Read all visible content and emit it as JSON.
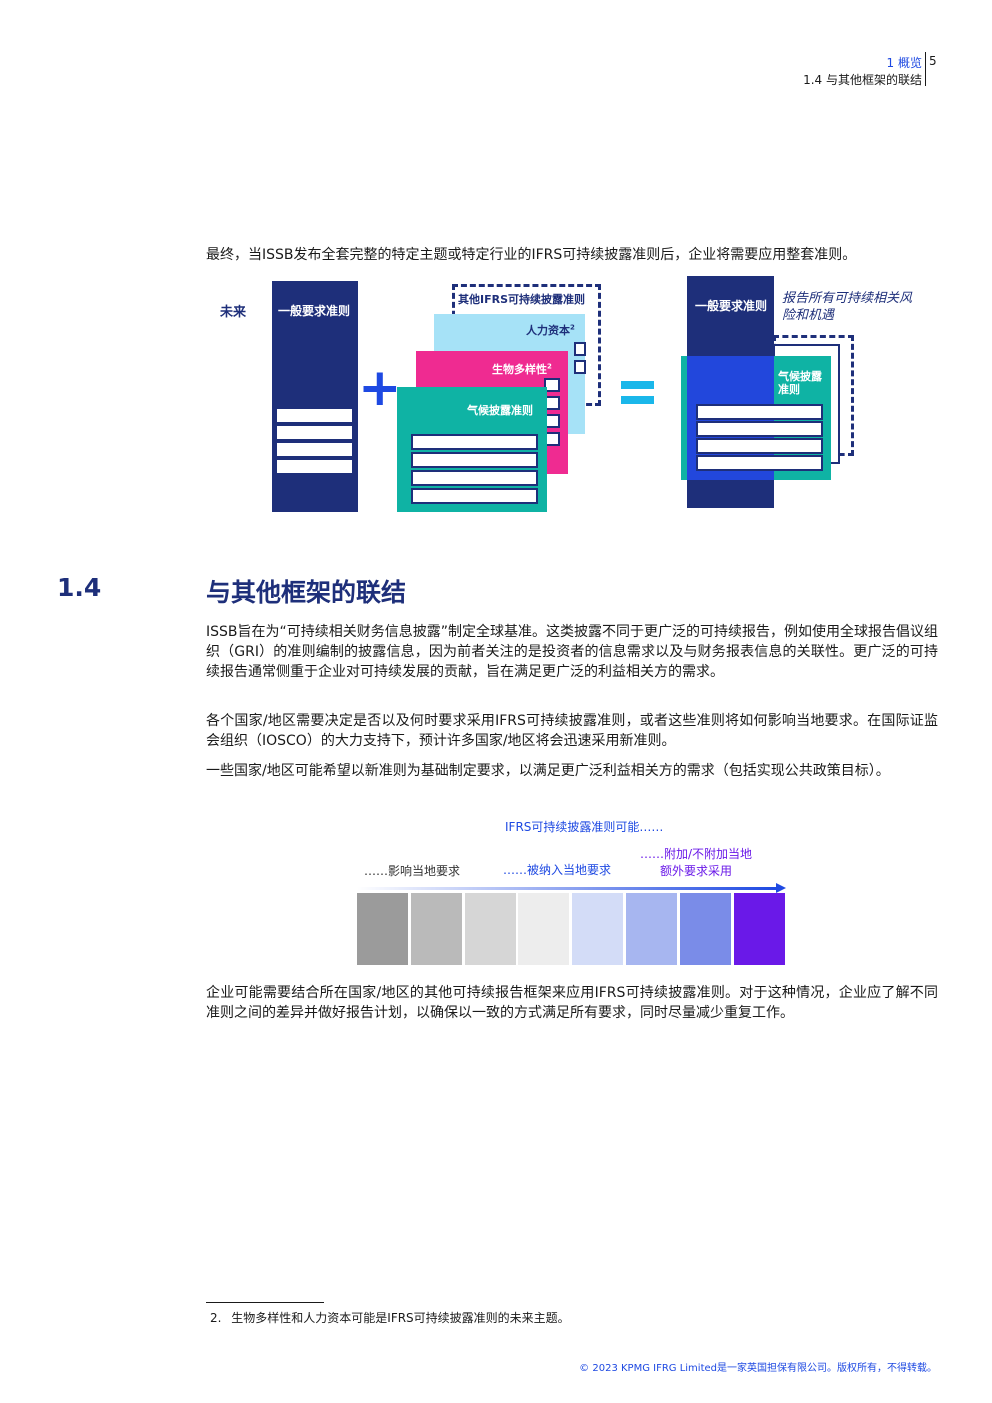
{
  "header": {
    "chapter": "1 概览",
    "page_number": "5",
    "section": "1.4 与其他框架的联结"
  },
  "intro_text": "最终，当ISSB发布全套完整的特定主题或特定行业的IFRS可持续披露准则后，企业将需要应用整套准则。",
  "diagram": {
    "future_label": "未来",
    "general_req_label": "一般要求准则",
    "other_standards_label": "其他IFRS可持续披露准则",
    "human_capital_label": "人力资本",
    "biodiversity_label": "生物多样性",
    "superscript": "2",
    "climate_label": "气候披露准则",
    "plus_sign": "+",
    "equals_sign": "=",
    "result_general_label": "一般要求准则",
    "result_climate_label": "气候披露准则",
    "result_caption": "报告所有可持续相关风险和机遇",
    "colors": {
      "navy": "#1e2f7a",
      "blue": "#1e49e2",
      "teal": "#0fb3a4",
      "pink": "#ef2b91",
      "light_blue": "#a6e2f7",
      "cyan": "#1ab7ea"
    }
  },
  "section": {
    "number": "1.4",
    "title": "与其他框架的联结"
  },
  "paragraphs": {
    "p1": "ISSB旨在为“可持续相关财务信息披露”制定全球基准。这类披露不同于更广泛的可持续报告，例如使用全球报告倡议组织（GRI）的准则编制的披露信息，因为前者关注的是投资者的信息需求以及与财务报表信息的关联性。更广泛的可持续报告通常侧重于企业对可持续发展的贡献，旨在满足更广泛的利益相关方的需求。",
    "p2": "各个国家/地区需要决定是否以及何时要求采用IFRS可持续披露准则，或者这些准则将如何影响当地要求。在国际证监会组织（IOSCO）的大力支持下，预计许多国家/地区将会迅速采用新准则。",
    "p3": "一些国家/地区可能希望以新准则为基础制定要求，以满足更广泛利益相关方的需求（包括实现公共政策目标）。",
    "p4": "企业可能需要结合所在国家/地区的其他可持续报告框架来应用IFRS可持续披露准则。对于这种情况，企业应了解不同准则之间的差异并做好报告计划，以确保以一致的方式满足所有要求，同时尽量减少重复工作。"
  },
  "scale": {
    "title": "IFRS可持续披露准则可能……",
    "label_influence": "……影响当地要求",
    "label_incorporate": "……被纳入当地要求",
    "label_adopt_line1": "……附加/不附加当地",
    "label_adopt_line2": "额外要求采用",
    "swatch_colors": [
      "#9b9b9b",
      "#bababa",
      "#d6d6d6",
      "#ededed",
      "#d3dcf7",
      "#a7b6f0",
      "#7a8ce8",
      "#6a19e8"
    ]
  },
  "footnote": {
    "number": "2.",
    "text": "生物多样性和人力资本可能是IFRS可持续披露准则的未来主题。"
  },
  "footer": "© 2023 KPMG IFRG Limited是一家英国担保有限公司。版权所有，不得转载。"
}
